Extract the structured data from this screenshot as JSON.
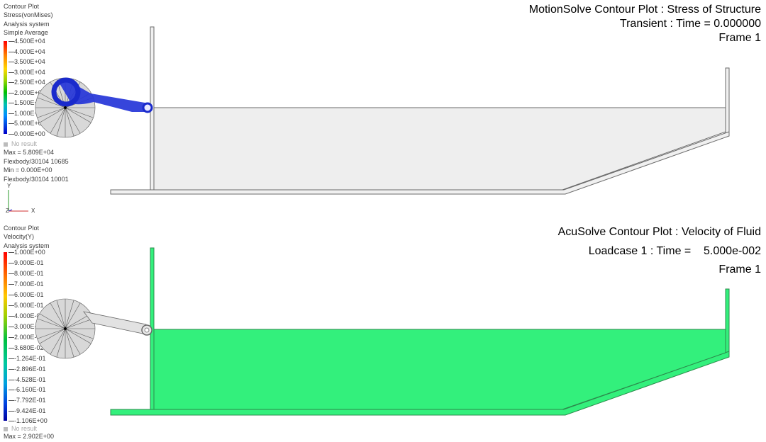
{
  "top": {
    "legend_header": [
      "Contour Plot",
      "Stress(vonMises)",
      "Analysis system",
      "Simple Average"
    ],
    "scale_labels": [
      "4.500E+04",
      "4.000E+04",
      "3.500E+04",
      "3.000E+04",
      "2.500E+04",
      "2.000E+04",
      "1.500E+04",
      "1.000E+04",
      "5.000E+03",
      "0.000E+00"
    ],
    "no_result": "No result",
    "max_line": "Max = 5.809E+04",
    "max_loc": "Flexbody/30104 10685",
    "min_line": "Min = 0.000E+00",
    "min_loc": "Flexbody/30104 10001",
    "title_line1": "MotionSolve Contour Plot : Stress of Structure",
    "title_line2": "Transient : Time = 0.000000",
    "title_line3": "Frame 1",
    "axis_y": "Y",
    "axis_z": "Z",
    "axis_x": "X"
  },
  "bottom": {
    "legend_header": [
      "Contour Plot",
      "Velocity(Y)",
      "Analysis system"
    ],
    "scale_labels": [
      "1.000E+00",
      "9.000E-01",
      "8.000E-01",
      "7.000E-01",
      "6.000E-01",
      "5.000E-01",
      "4.000E-01",
      "3.000E-01",
      "2.000E-01",
      "3.680E-02",
      "-1.264E-01",
      "-2.896E-01",
      "-4.528E-01",
      "-6.160E-01",
      "-7.792E-01",
      "-9.424E-01",
      "-1.106E+00"
    ],
    "no_result": "No result",
    "max_line": "Max = 2.902E+00",
    "title_line1": "AcuSolve Contour Plot : Velocity of Fluid",
    "title_line2": "Loadcase 1 : Time =    5.000e-002",
    "title_line3": "Frame 1"
  },
  "colors": {
    "structure_fill": "#f0f0f0",
    "crank_blue": "#1f2fd6",
    "fluid_green": "#33f07c",
    "outline": "#6a6a6a"
  }
}
